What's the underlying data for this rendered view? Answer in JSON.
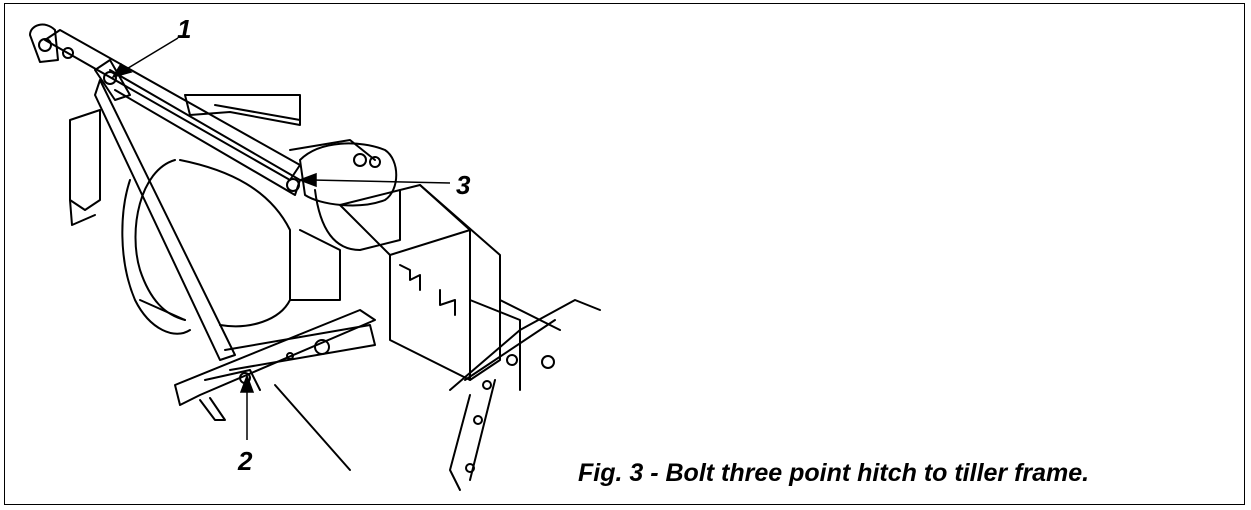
{
  "figure": {
    "caption": "Fig. 3 - Bolt three point hitch to tiller frame.",
    "callouts": [
      {
        "id": "1",
        "label": "1"
      },
      {
        "id": "2",
        "label": "2"
      },
      {
        "id": "3",
        "label": "3"
      }
    ]
  }
}
